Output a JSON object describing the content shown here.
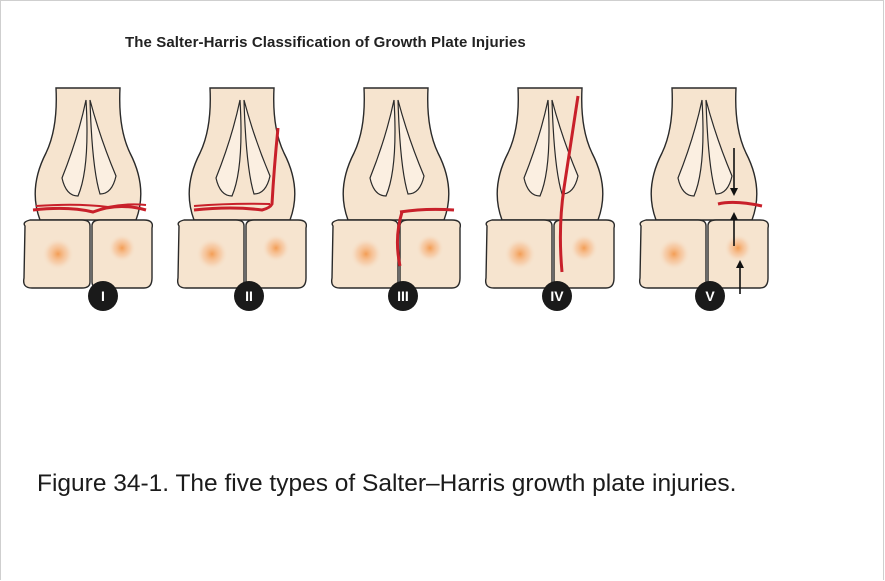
{
  "title": "The Salter-Harris Classification of Growth Plate Injuries",
  "caption": "Figure 34-1. The five types of Salter–Harris growth plate injuries.",
  "types": [
    {
      "label": "I"
    },
    {
      "label": "II"
    },
    {
      "label": "III"
    },
    {
      "label": "IV"
    },
    {
      "label": "V"
    }
  ],
  "colors": {
    "bone": "#f6e4cf",
    "bone_outline": "#2a2a2a",
    "fracture": "#c8202a",
    "ossification_center": "#f4a25a",
    "badge": "#1a1a1a"
  }
}
